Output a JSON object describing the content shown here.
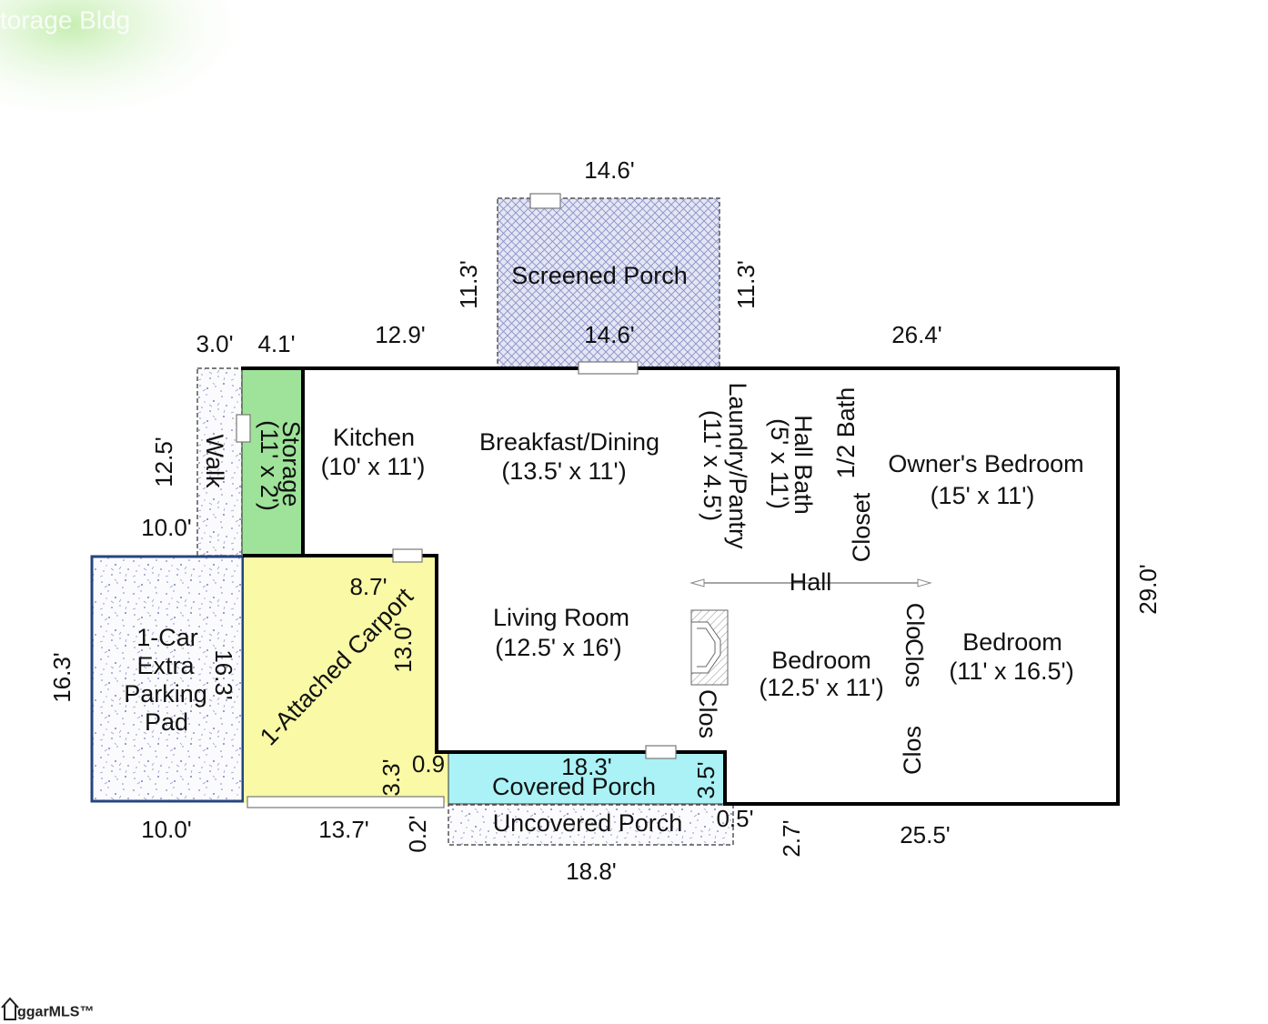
{
  "header": {
    "watermark": "torage Bldg"
  },
  "footer": {
    "logo_text": "ggarMLS™"
  },
  "colors": {
    "storage": "#9fe39a",
    "carport": "#f9f9a6",
    "covered_porch": "#aaf2f6",
    "parking_border": "#24457f",
    "wall": "#000000"
  },
  "labels": {
    "screened_porch": "Screened Porch",
    "walk": "Walk",
    "storage": {
      "name": "Storage",
      "size": "(11' x 2')"
    },
    "kitchen": {
      "name": "Kitchen",
      "size": "(10' x 11')"
    },
    "breakfast_dining": {
      "name": "Breakfast/Dining",
      "size": "(13.5' x 11')"
    },
    "laundry_pantry": {
      "name": "Laundry/Pantry",
      "size": "(11' x 4.5')"
    },
    "hall_bath": {
      "name": "Hall Bath",
      "size": "(5' x 11')"
    },
    "half_bath": "1/2 Bath",
    "closet": "Closet",
    "owners_bedroom": {
      "name": "Owner's Bedroom",
      "size": "(15' x 11')"
    },
    "hall": "Hall",
    "living_room": {
      "name": "Living Room",
      "size": "(12.5' x 16')"
    },
    "bedroom_middle": {
      "name": "Bedroom",
      "size": "(12.5' x 11')"
    },
    "bedroom_right": {
      "name": "Bedroom",
      "size": "(11' x 16.5')"
    },
    "closets": [
      "Clo",
      "Clos",
      "Clos",
      "Clos"
    ],
    "carport": "1-Attached Carport",
    "parking_pad": [
      "1-Car",
      "Extra",
      "Parking",
      "Pad"
    ],
    "covered_porch": "Covered Porch",
    "uncovered_porch": "Uncovered Porch"
  },
  "dimensions": {
    "screened_porch_top": "14.6'",
    "screened_porch_left": "11.3'",
    "screened_porch_right": "11.3'",
    "walk_top": "3.0'",
    "storage_top": "4.1'",
    "kitchen_top": "12.9'",
    "dining_top": "14.6'",
    "house_top_right": "26.4'",
    "walk_side": "12.5'",
    "walk_bottom": "10.0'",
    "house_right": "29.0'",
    "carport_top": "8.7'",
    "carport_right": "13.0'",
    "parking_inner": "16.3'",
    "parking_left": "16.3'",
    "carport_step": "0.9",
    "carport_step_side": "3.3'",
    "covered_porch_top": "18.3'",
    "covered_porch_side": "3.5'",
    "uncovered_porch_side": "0.5'",
    "parking_bottom": "10.0'",
    "carport_bottom": "13.7'",
    "uncovered_porch_offset": "0.2'",
    "bedroom_offset": "2.7'",
    "house_bottom": "25.5'",
    "uncovered_porch_bottom": "18.8'"
  }
}
